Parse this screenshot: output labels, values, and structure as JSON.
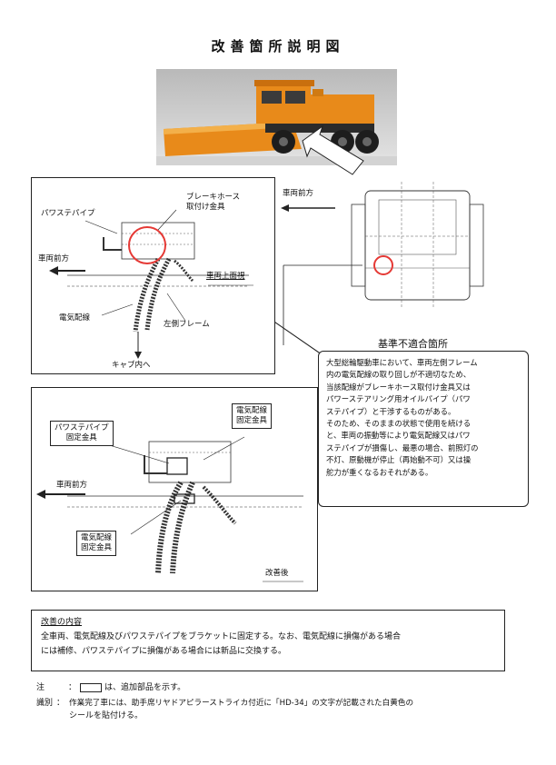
{
  "title": "改善箇所説明図",
  "diagram1": {
    "labels": {
      "power_steering_pipe": "パワステパイプ",
      "brake_hose_bracket": "ブレーキホース\n取付け金具",
      "vehicle_front": "車両前方",
      "electrical_wiring": "電気配線",
      "left_frame": "左側フレーム",
      "top_view": "車両上面視",
      "to_cab": "キャブ内へ"
    }
  },
  "top_view": {
    "vehicle_front": "車両前方"
  },
  "nonconformity": {
    "heading": "基準不適合箇所",
    "lines": [
      "大型総輪駆動車において、車両左側フレーム",
      "内の電気配線の取り回しが不適切なため、",
      "当該配線がブレーキホース取付け金具又は",
      "パワーステアリング用オイルパイプ（パワ",
      "ステパイプ）と干渉するものがある。",
      "そのため、そのままの状態で使用を続ける",
      "と、車両の振動等により電気配線又はパワ",
      "ステパイプが損傷し、最悪の場合、前照灯の",
      "不灯、原動機が停止（再始動不可）又は操",
      "舵力が重くなるおそれがある。"
    ]
  },
  "diagram2": {
    "labels": {
      "ps_pipe_bracket": "パワステパイプ\n固定金具",
      "wiring_bracket_top": "電気配線\n固定金具",
      "vehicle_front": "車両前方",
      "wiring_bracket_bottom": "電気配線\n固定金具",
      "after_improvement": "改善後"
    }
  },
  "improvement": {
    "heading": "改善の内容",
    "lines": [
      "全車両、電気配線及びパワステパイプをブラケットに固定する。なお、電気配線に損傷がある場合",
      "には補修、パワステパイプに損傷がある場合には新品に交換する。"
    ]
  },
  "notes": {
    "note_label": "注",
    "note_text": "は、追加部品を示す。",
    "id_label": "識別",
    "id_text_1": "作業完了車には、助手席リヤドアピラーストライカ付近に「HD-34」の文字が記載された白黄色の",
    "id_text_2": "シールを貼付ける。"
  },
  "colors": {
    "highlight_circle": "#e53935",
    "truck_orange": "#e88a1a"
  }
}
